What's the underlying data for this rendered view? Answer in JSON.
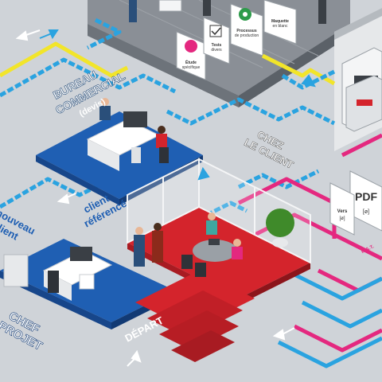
{
  "labels": {
    "bureau_commercial_line1": "BUREAU",
    "bureau_commercial_line2": "COMMERCIAL",
    "bureau_commercial_sub": "(devis)",
    "chez_le_client_line1": "CHEZ",
    "chez_le_client_line2": "LE CLIENT",
    "client_reference_line1": "client",
    "client_reference_line2": "référencé",
    "nouveau_client_line1": "nouveau",
    "nouveau_client_line2": "client",
    "chef_projet_line1": "CHEF",
    "chef_projet_line2": "PROJET",
    "depart": "DÉPART",
    "signs": {
      "etude_specifique_line1": "Étude",
      "etude_specifique_line2": "spécifique",
      "tests_divers_line1": "Tests",
      "tests_divers_line2": "divers",
      "processus_production_line1": "Processus",
      "processus_production_line2": "de production",
      "maquette_blanc_line1": "Maquette",
      "maquette_blanc_line2": "en blanc"
    },
    "docs": {
      "pdf": "PDF",
      "pdf_sub": "[ø]",
      "vers_line1": "Vers",
      "vers_line2": "[ø]",
      "bat": "B.A.T."
    }
  },
  "colors": {
    "background": "#cfd3d8",
    "blue_floor": "#1f5fb3",
    "red_floor": "#d4242c",
    "yellow_path": "#f2e52a",
    "cyan_path": "#2aa3e0",
    "magenta_path": "#e4287f"
  }
}
